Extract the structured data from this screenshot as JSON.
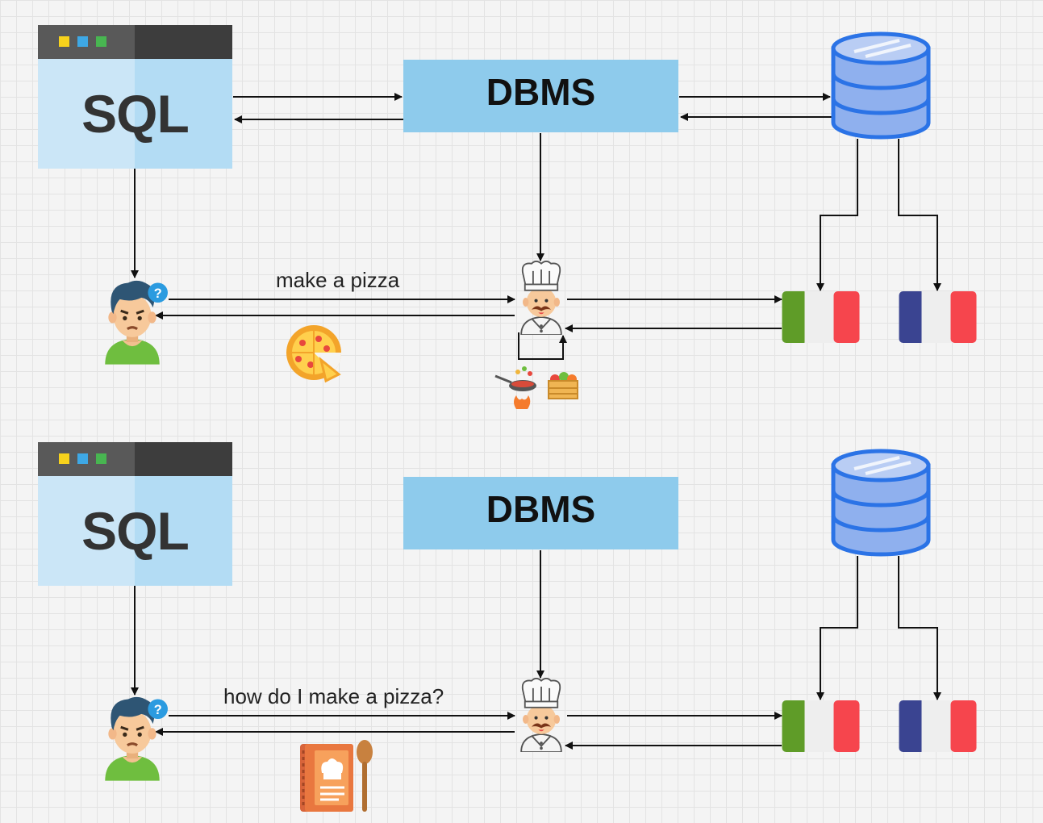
{
  "colors": {
    "sql_window_body": "#cbe6f7",
    "sql_window_bar": "#595959",
    "dbms_box": "#8ecbec",
    "database": "#8fb0ee",
    "italy_green": "#5f9c28",
    "italy_red": "#f6454d",
    "france_blue": "#3a4491",
    "france_red": "#f6454d"
  },
  "top": {
    "sql_label": "SQL",
    "dbms_label": "DBMS",
    "message": "make a pizza",
    "result_icon": "pizza-icon",
    "extra_icons": [
      "frying-pan-icon",
      "vegetable-crate-icon"
    ]
  },
  "bottom": {
    "sql_label": "SQL",
    "dbms_label": "DBMS",
    "message": "how do I make a pizza?",
    "result_icon": "recipe-book-icon"
  }
}
